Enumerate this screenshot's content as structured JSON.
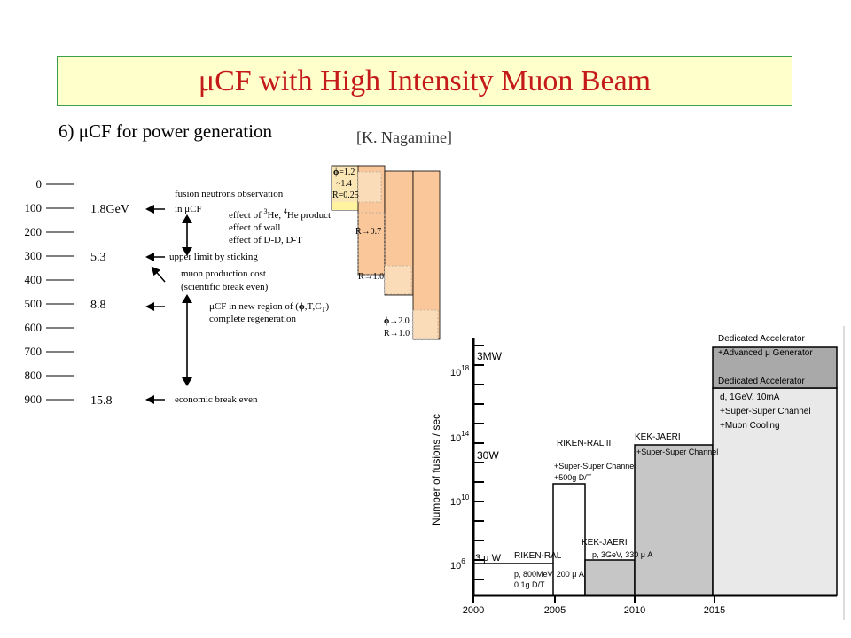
{
  "title": "μCF with High Intensity Muon Beam",
  "subtitle": "6) μCF for power generation",
  "attribution": "[K. Nagamine]",
  "scale": {
    "ticks": [
      "0",
      "100",
      "200",
      "300",
      "400",
      "500",
      "600",
      "700",
      "800",
      "900"
    ],
    "values": [
      {
        "label": "1.8GeV"
      },
      {
        "label": "5.3"
      },
      {
        "label": "8.8"
      },
      {
        "label": "15.8"
      }
    ]
  },
  "milestones": {
    "fusion": [
      "fusion neutrons observation",
      "in μCF"
    ],
    "effects": {
      "he_prefix": "effect of ",
      "he3_sup": "3",
      "he_mid": "He, ",
      "he4_sup": "4",
      "he_suffix": "He product",
      "wall": "effect of wall",
      "dd": "effect of D-D, D-T"
    },
    "sticking": "upper limit by sticking",
    "cost": [
      "muon production cost",
      "(scientific break even)"
    ],
    "region_prefix": "μCF in new region of (",
    "region_phi": "ϕ",
    "region_mid": ",T,C",
    "region_sub": "T",
    "region_close": ")",
    "regeneration": "complete regeneration",
    "economic": "economic break even"
  },
  "bar_labels": {
    "phi12_sym": "ϕ",
    "phi12_val": "=1.2",
    "t14": "~1.4",
    "r025": "R=0.25",
    "r07_letter": "R",
    "r07_arrow": "→",
    "r07_val": "0.7",
    "r10_letter": "R",
    "r10_arrow": "→",
    "r10_val": "1.0",
    "phi20_sym": "ϕ",
    "phi20_arrow": "→",
    "phi20_val": "2.0",
    "r10b_letter": "R",
    "r10b_arrow": "→",
    "r10b_val": "1.0"
  },
  "colors": {
    "title_text": "#c41a1a",
    "title_bg": "#ffffcc",
    "title_border": "#3aa14a",
    "bar_fill": "#f9c79a"
  },
  "roadmap": {
    "ylabel": "Number of fusions / sec",
    "ytick_base": "10",
    "ytick_exps": [
      "18",
      "14",
      "10",
      "6"
    ],
    "power_labels": [
      "3MW",
      "30W",
      "3 μ W"
    ],
    "xticks": [
      "2000",
      "2005",
      "2010",
      "2015"
    ],
    "stages": [
      {
        "name": "RIKEN-RAL",
        "details": [
          "p, 800MeV, 200 μ A",
          "0.1g D/T"
        ]
      },
      {
        "name": "RIKEN-RAL II",
        "details": [
          "+Super-Super Channel",
          "+500g D/T"
        ]
      },
      {
        "name": "KEK-JAERI",
        "details": [
          "p, 3GeV, 330 μ A"
        ]
      },
      {
        "name": "KEK-JAERI",
        "details": [
          "+Super-Super Channel"
        ]
      },
      {
        "name": "Dedicated Accelerator",
        "details": [
          "d, 1GeV, 10mA",
          "+Super-Super Channel",
          "+Muon Cooling"
        ]
      },
      {
        "name": "Dedicated Accelerator",
        "details": [
          "+Advanced μ Generator"
        ]
      }
    ]
  }
}
